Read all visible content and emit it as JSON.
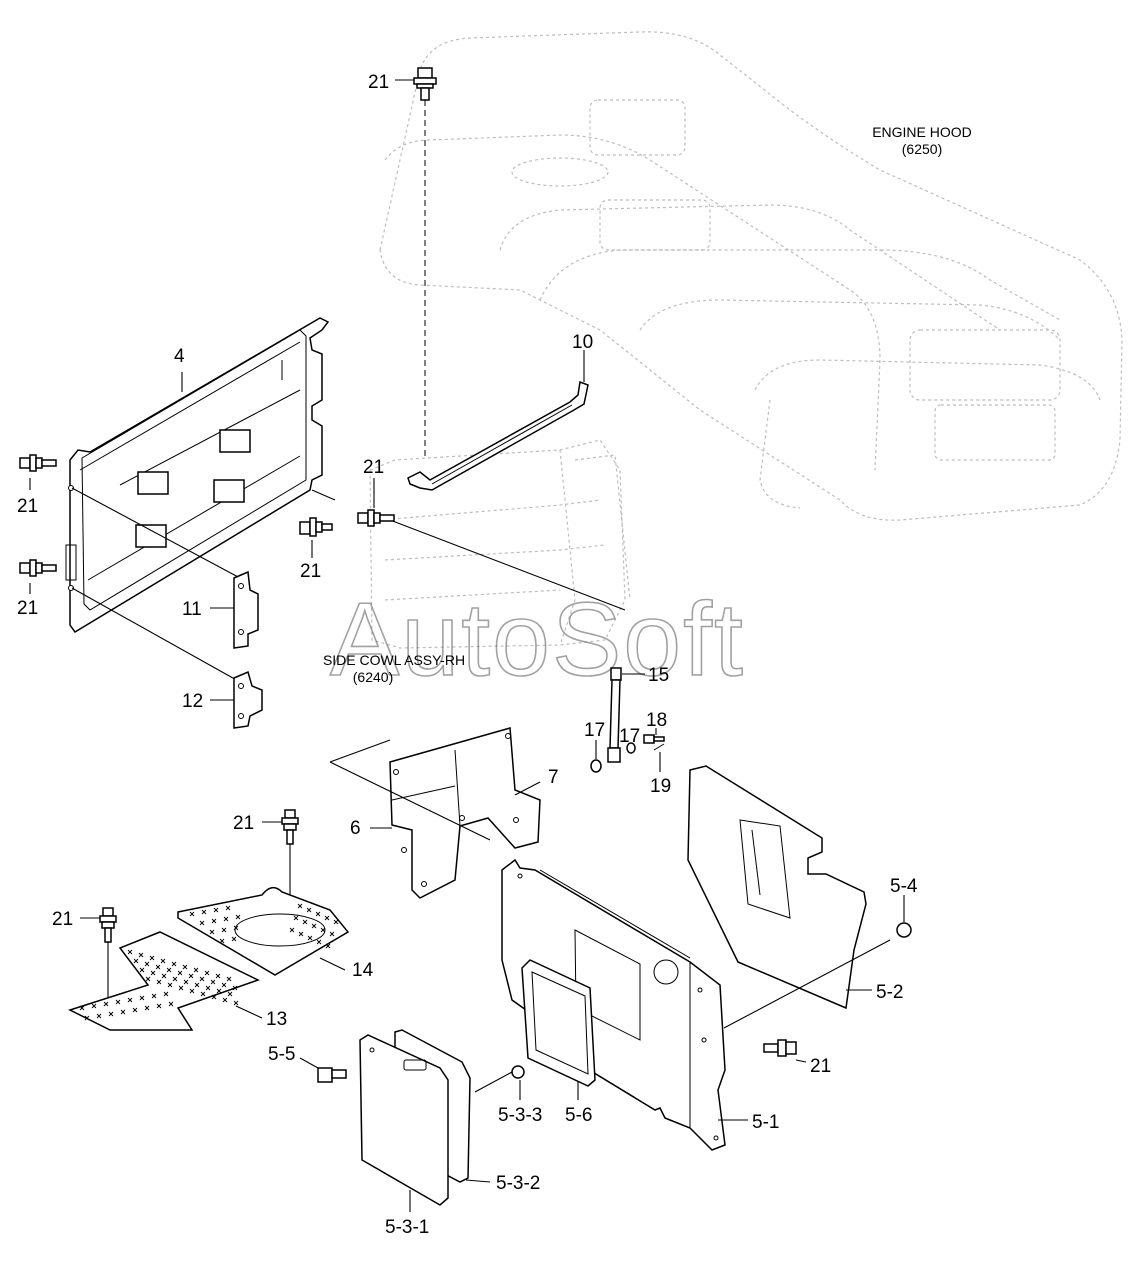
{
  "notes": {
    "engine_hood": {
      "line1": "ENGINE HOOD",
      "line2": "(6250)"
    },
    "side_cowl": {
      "line1": "SIDE COWL ASSY-RH",
      "line2": "(6240)"
    }
  },
  "watermark": "AutoSoft",
  "labels": {
    "p21a": "21",
    "p10": "10",
    "p4": "4",
    "p21b": "21",
    "p21c": "21",
    "p21d": "21",
    "p21e": "21",
    "p11": "11",
    "p12": "12",
    "p15": "15",
    "p18": "18",
    "p17a": "17",
    "p17b": "17",
    "p19": "19",
    "p7": "7",
    "p6": "6",
    "p21f": "21",
    "p21g": "21",
    "p14": "14",
    "p13": "13",
    "p5_4": "5-4",
    "p5_2": "5-2",
    "p21h": "21",
    "p5_1": "5-1",
    "p5_5": "5-5",
    "p5_3_3": "5-3-3",
    "p5_6": "5-6",
    "p5_3_2": "5-3-2",
    "p5_3_1": "5-3-1"
  }
}
